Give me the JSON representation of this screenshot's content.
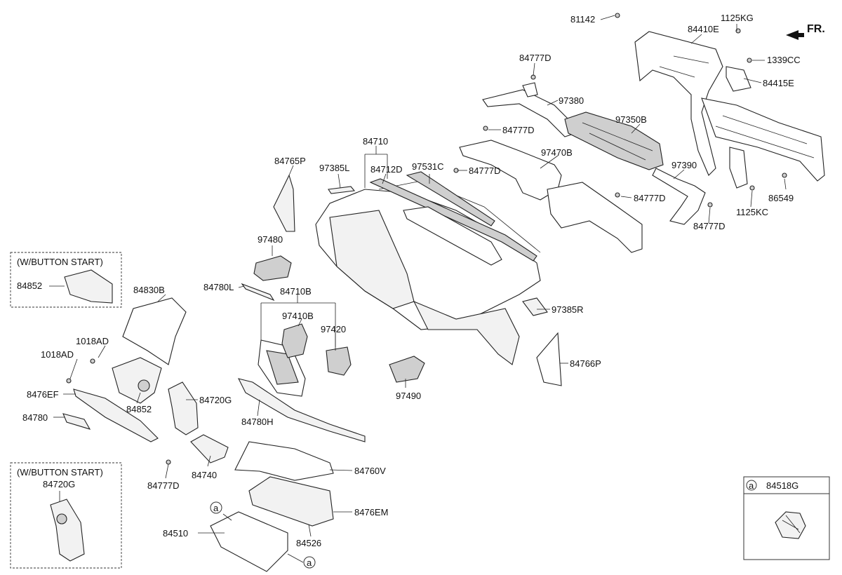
{
  "direction": {
    "label": "FR."
  },
  "parts": {
    "p81142": "81142",
    "p1125KG": "1125KG",
    "p84410E": "84410E",
    "p1339CC": "1339CC",
    "p84415E": "84415E",
    "p84777D_a": "84777D",
    "p97380": "97380",
    "p97350B": "97350B",
    "p84777D_b": "84777D",
    "p84710": "84710",
    "p97470B": "97470B",
    "p84765P": "84765P",
    "p97385L": "97385L",
    "p84712D": "84712D",
    "p97531C": "97531C",
    "p84777D_c": "84777D",
    "p97390": "97390",
    "p86549": "86549",
    "p84777D_d": "84777D",
    "p1125KC": "1125KC",
    "p84777D_e": "84777D",
    "p97480": "97480",
    "p84780L": "84780L",
    "p84710B": "84710B",
    "p97385R": "97385R",
    "p84830B": "84830B",
    "p97410B": "97410B",
    "p97420": "97420",
    "p1018AD_a": "1018AD",
    "p1018AD_b": "1018AD",
    "p84766P": "84766P",
    "p8476EF": "8476EF",
    "p84852_main": "84852",
    "p84720G_main": "84720G",
    "p97490": "97490",
    "p84780": "84780",
    "p84780H": "84780H",
    "p84740": "84740",
    "p84760V": "84760V",
    "p84777D_f": "84777D",
    "p8476EM": "8476EM",
    "p84510": "84510",
    "p84526": "84526"
  },
  "inset_top": {
    "title": "(W/BUTTON START)",
    "part": "84852"
  },
  "inset_bottom": {
    "title": "(W/BUTTON START)",
    "part": "84720G"
  },
  "callout": {
    "marker": "a",
    "part": "84518G"
  },
  "markers": {
    "m1": "a",
    "m2": "a"
  }
}
